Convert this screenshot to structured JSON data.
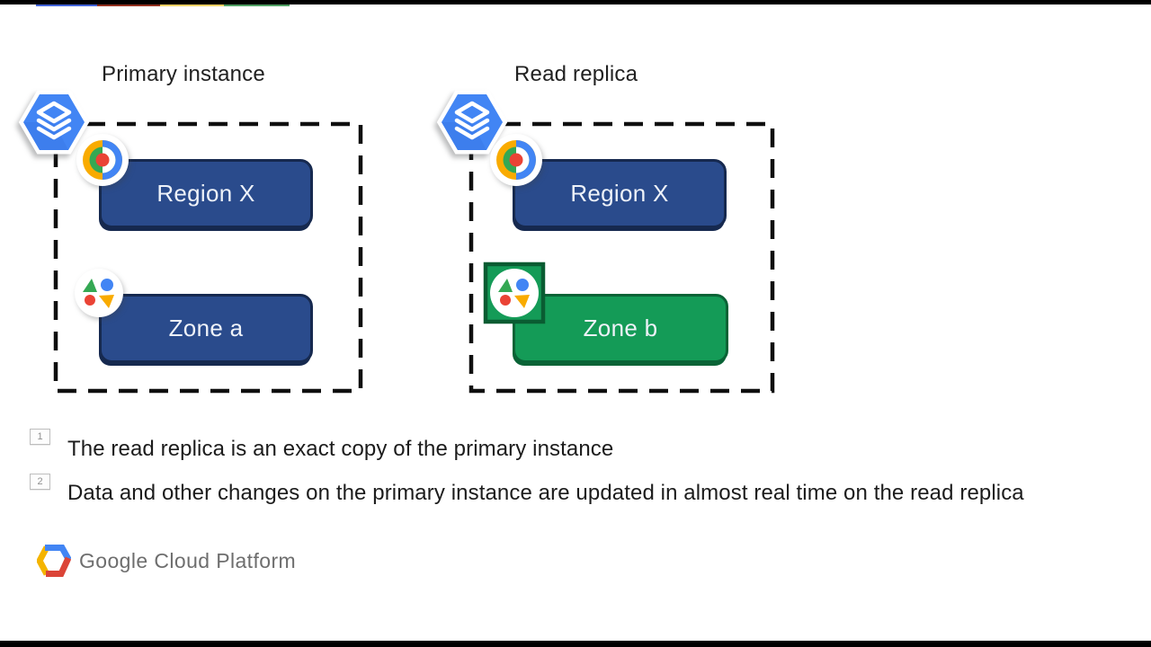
{
  "slide": {
    "background": "#ffffff",
    "top_bar_color": "#000000",
    "bottom_bar_color": "#000000",
    "accent_stripe_colors": [
      "#4263d8",
      "#93301f",
      "#f2cf63",
      "#4f9f63"
    ]
  },
  "diagrams": [
    {
      "title": "Primary instance",
      "region_label": "Region X",
      "zone_label": "Zone a",
      "region_box_color": "#2a4b8c",
      "zone_box_color": "#2a4b8c"
    },
    {
      "title": "Read replica",
      "region_label": "Region X",
      "zone_label": "Zone b",
      "region_box_color": "#2a4b8c",
      "zone_box_color": "#149b57"
    }
  ],
  "notes": [
    {
      "number": "1",
      "text": "The read replica is an exact copy of the primary instance"
    },
    {
      "number": "2",
      "text": "Data and other changes on the primary instance are updated in almost real time on the read replica"
    }
  ],
  "footer": {
    "logo_text": "Google Cloud Platform"
  },
  "icon_colors": {
    "google_blue": "#4285f4",
    "google_red": "#ea4335",
    "google_yellow": "#f9ab00",
    "google_green": "#34a853"
  }
}
